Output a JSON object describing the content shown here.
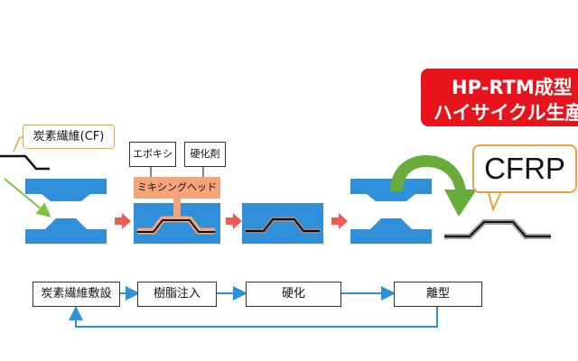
{
  "banner": {
    "line1": "HP-RTM成型",
    "line2": "ハイサイクル生産"
  },
  "labels": {
    "carbon_fiber": "炭素繊維(CF)",
    "epoxy": "エポキシ",
    "hardener": "硬化剤",
    "mixing_head": "ミキシングヘッド",
    "cfrp": "CFRP"
  },
  "steps": [
    "炭素繊維敷設",
    "樹脂注入",
    "硬化",
    "離型"
  ],
  "colors": {
    "mold_blue": "#2f8fd8",
    "banner_red": "#e8141b",
    "callout_border": "#e7a33a",
    "mixhead_fill": "#f5a47a",
    "arrow_red": "#ec5b55",
    "arrow_green": "#68ad3c",
    "flow_arrow_blue": "#2f8fd8",
    "cf_arrow_green": "#7dc242"
  }
}
